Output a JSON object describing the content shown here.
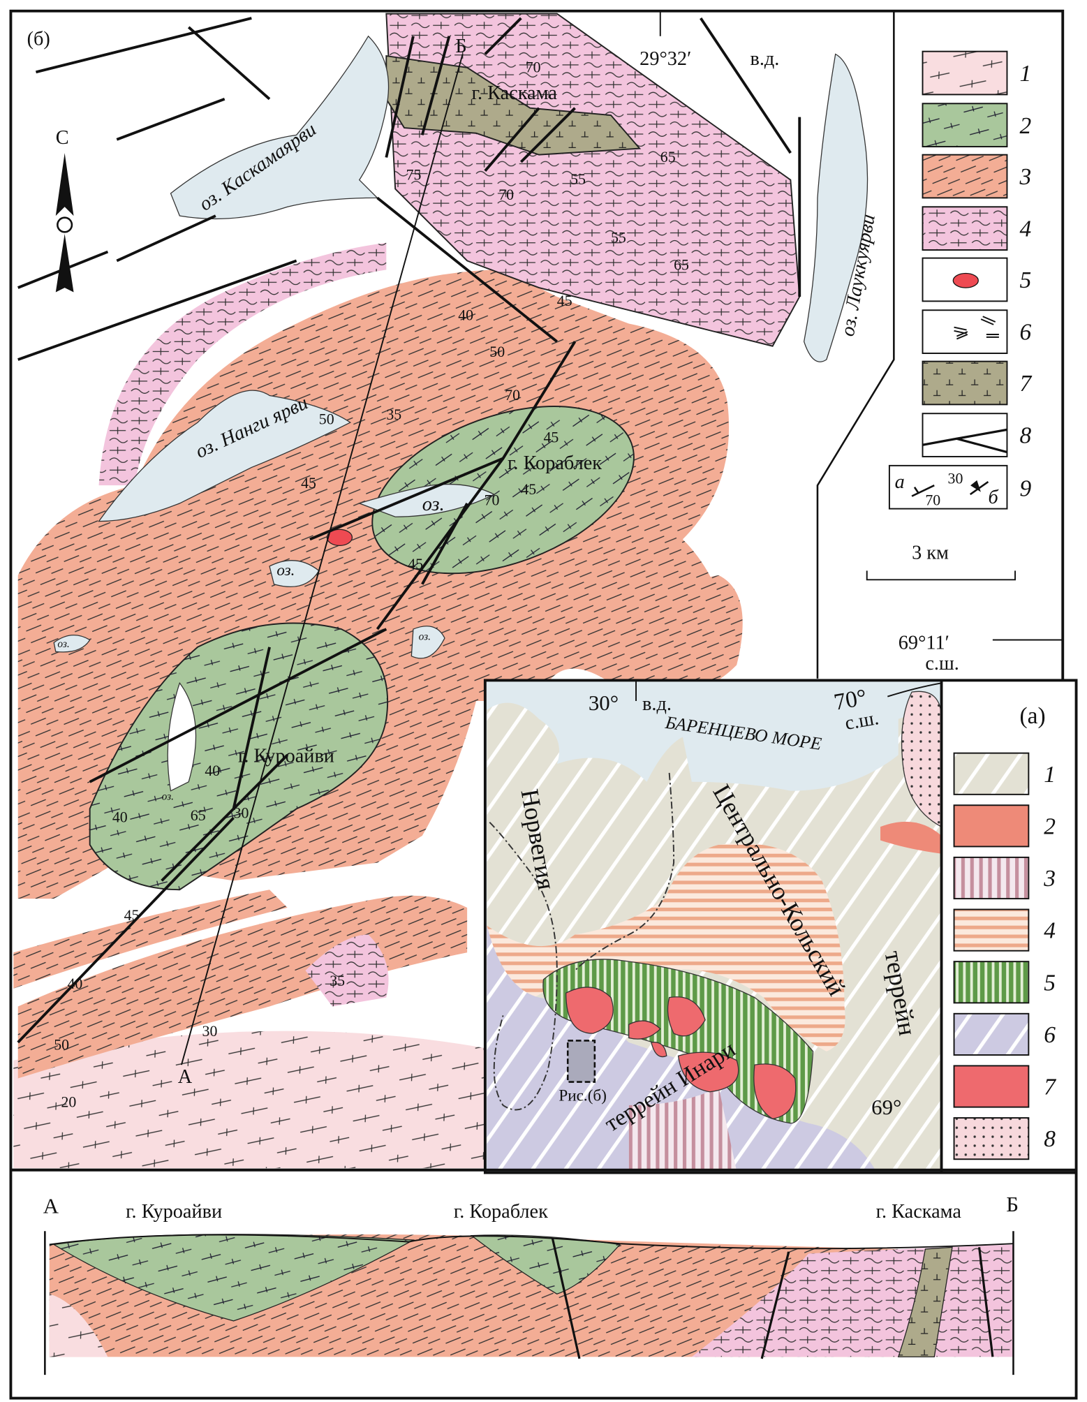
{
  "main_map": {
    "panel_label": "(б)",
    "north_label": "С",
    "longitude_label": "29°32′",
    "longitude_suffix": "в.д.",
    "latitude_label": "69°11′",
    "latitude_suffix": "с.ш.",
    "scale_label": "3 км",
    "section_start": "А",
    "section_end": "Б",
    "mountains": [
      "г. Каскама",
      "г. Кораблек",
      "г. Куроайви"
    ],
    "lakes": [
      "оз. Каскамаярви",
      "оз. Лауккуярви",
      "оз. Нанги ярви",
      "оз.",
      "оз.",
      "оз.",
      "оз.",
      "оз."
    ],
    "dips": [
      "70",
      "75",
      "65",
      "70",
      "55",
      "55",
      "65",
      "45",
      "40",
      "50",
      "70",
      "50",
      "35",
      "45",
      "45",
      "70",
      "45",
      "45",
      "40",
      "65",
      "30",
      "40",
      "45",
      "35",
      "40",
      "50",
      "30",
      "20"
    ],
    "legend": [
      "1",
      "2",
      "3",
      "4",
      "5",
      "6",
      "7",
      "8",
      "9"
    ],
    "legend9": {
      "a": "а",
      "a_value": "70",
      "b_value": "30",
      "b": "б"
    }
  },
  "inset_map": {
    "panel_label": "(а)",
    "lon": "30°",
    "lon_suffix": "в.д.",
    "lat_top": "70°",
    "lat_top_suffix": "с.ш.",
    "lat_bottom": "69°",
    "sea": "БАРЕНЦЕВО МОРЕ",
    "norway": "Норвегия",
    "central_kola": "Центрально-Кольский",
    "terrane": "террейн",
    "inari": "террейн Инари",
    "figure_ref": "Рис.(б)",
    "legend": [
      "1",
      "2",
      "3",
      "4",
      "5",
      "6",
      "7",
      "8"
    ]
  },
  "cross_section": {
    "start": "А",
    "end": "Б",
    "peaks": [
      "г. Куроайви",
      "г. Кораблек",
      "г. Каскама"
    ]
  },
  "colors": {
    "unit1": "#f9dde0",
    "unit2": "#a9c79c",
    "unit3": "#f3ad95",
    "unit4": "#f3c4dd",
    "unit7": "#aeaa8b",
    "lake": "#dfeaef",
    "inset1": "#e3e1d4",
    "inset6": "#cdcae2",
    "inset5": "#5e9a48",
    "granite": "#ee6a6e"
  }
}
